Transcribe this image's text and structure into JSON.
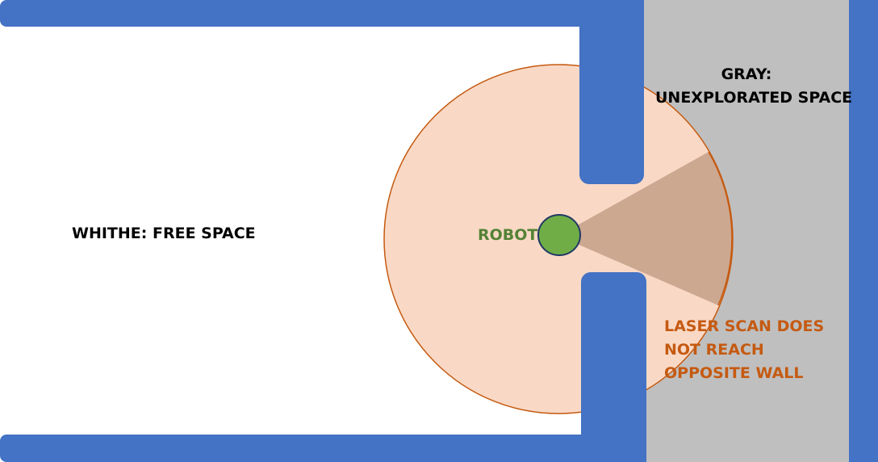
{
  "labels": {
    "free_space": "WHITHE: FREE SPACE",
    "unexplored_line1": "GRAY:",
    "unexplored_line2": "UNEXPLORATED SPACE",
    "robot": "ROBOT",
    "laser_line1": "LASER SCAN DOES",
    "laser_line2": "NOT REACH",
    "laser_line3": "OPPOSITE WALL"
  },
  "colors": {
    "free_space": "#ffffff",
    "unexplored_space": "#bfbfbf",
    "wall": "#4472c4",
    "scan_area_fill": "#f9d9c6",
    "scan_area_stroke": "#c55a11",
    "scan_beam": "#cda891",
    "robot_fill": "#70ad47",
    "robot_stroke": "#203864",
    "robot_label": "#548235",
    "laser_note": "#c55a11",
    "text": "#000000"
  }
}
